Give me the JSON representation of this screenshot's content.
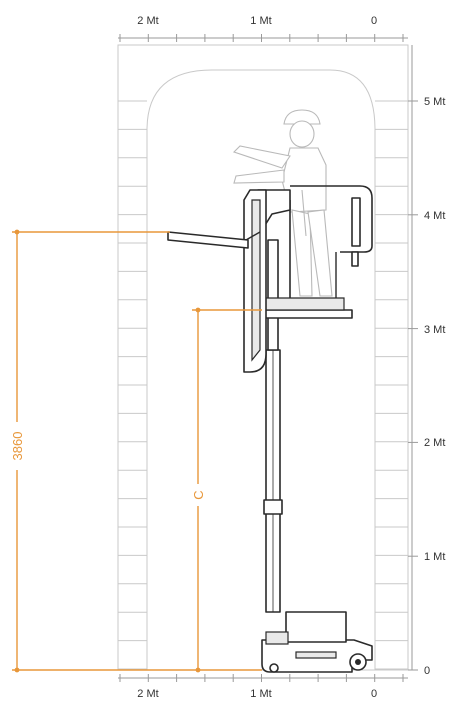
{
  "axes": {
    "top_labels": [
      "2 Mt",
      "1 Mt",
      "0"
    ],
    "bottom_labels": [
      "2 Mt",
      "1 Mt",
      "0"
    ],
    "right_labels": [
      "5 Mt",
      "4 Mt",
      "3 Mt",
      "2 Mt",
      "1 Mt",
      "0"
    ]
  },
  "dimensions": {
    "height_value": "3860",
    "platform_label": "C"
  },
  "colors": {
    "dimension": "#e8973a",
    "grid": "#c9c9c9",
    "machine": "#2a2a2a",
    "operator": "#b9b9b9"
  }
}
